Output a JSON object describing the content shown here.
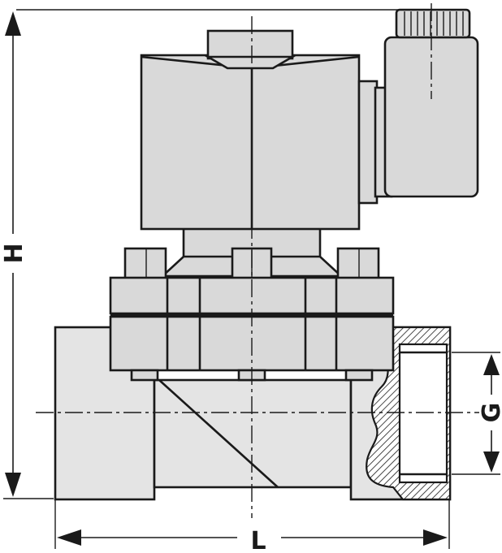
{
  "dimensions": {
    "height_label": "H",
    "length_label": "L",
    "thread_label": "G"
  },
  "colors": {
    "line": "#1a1a1a",
    "part_fill": "#d9d9d9",
    "background": "#ffffff"
  }
}
